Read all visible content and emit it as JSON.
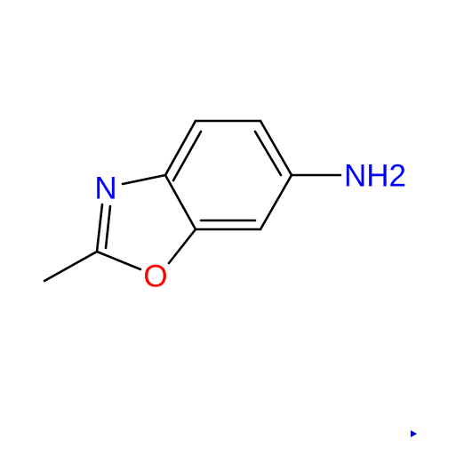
{
  "molecule": {
    "atoms": {
      "n_ring": {
        "label": "N",
        "color": "#0000ff"
      },
      "o_ring": {
        "label": "O",
        "color": "#ff0000"
      },
      "nh2": {
        "label": "NH2",
        "color": "#0000ff"
      }
    },
    "bond_color": "#000000"
  },
  "corner_marker": {
    "icon": "triangle-right-icon",
    "color": "#0000cc"
  }
}
